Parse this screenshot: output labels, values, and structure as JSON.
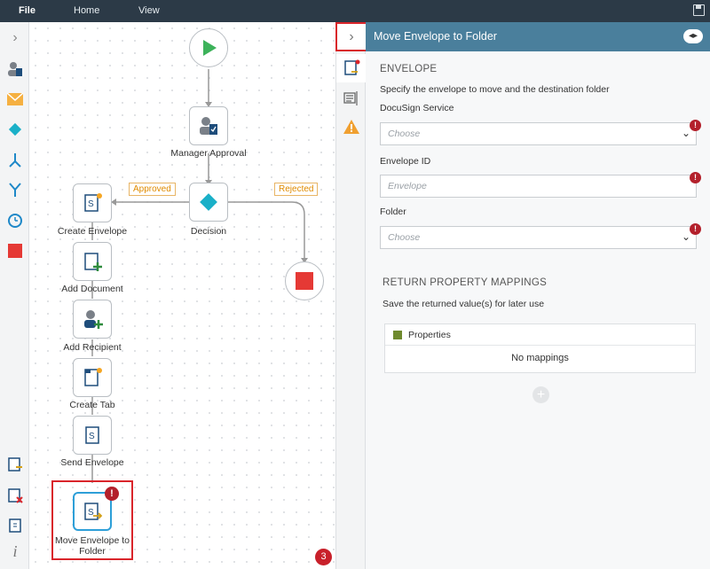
{
  "menu": {
    "file": "File",
    "home": "Home",
    "view": "View",
    "save_icon": "save-icon"
  },
  "toolbar": {
    "icons": [
      "expand-chevron-icon",
      "approval-user-icon",
      "email-icon",
      "decision-diamond-icon",
      "split-icon",
      "merge-icon",
      "timer-icon",
      "stop-icon",
      "move-envelope-icon",
      "delete-envelope-icon",
      "envelope-doc-icon",
      "info-icon"
    ]
  },
  "workflow": {
    "nodes": {
      "start": "",
      "manager_approval": "Manager Approval",
      "decision": "Decision",
      "create_envelope": "Create Envelope",
      "add_document": "Add Document",
      "add_recipient": "Add Recipient",
      "create_tab": "Create Tab",
      "send_envelope": "Send Envelope",
      "move_line1": "Move Envelope to",
      "move_line2": "Folder"
    },
    "branches": {
      "approved": "Approved",
      "rejected": "Rejected"
    },
    "error_mark": "!",
    "error_count": "3"
  },
  "panel": {
    "title": "Move Envelope to Folder",
    "section_envelope": "ENVELOPE",
    "envelope_desc": "Specify the envelope to move and the destination folder",
    "docusign_label": "DocuSign Service",
    "docusign_placeholder": "Choose",
    "envelope_id_label": "Envelope ID",
    "envelope_id_placeholder": "Envelope",
    "folder_label": "Folder",
    "folder_placeholder": "Choose",
    "section_return": "RETURN PROPERTY MAPPINGS",
    "return_desc": "Save the returned value(s) for later use",
    "properties_label": "Properties",
    "no_mappings": "No mappings",
    "required_mark": "!"
  },
  "colors": {
    "accent": "#4a7f9c",
    "start": "#3cb25a",
    "stop": "#e53935",
    "decision": "#1ab0c8",
    "error": "#b3202b",
    "branch": "#e08b00"
  }
}
